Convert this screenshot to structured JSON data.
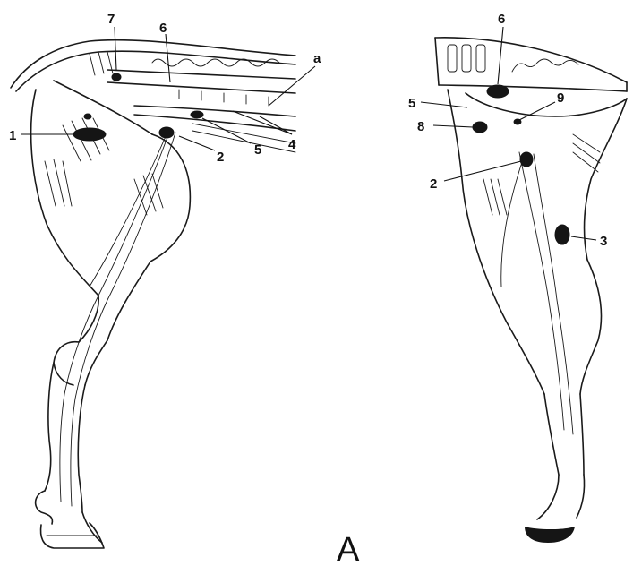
{
  "figure": {
    "caption": "A",
    "lateral_view": {
      "labels": [
        "7",
        "6",
        "a",
        "1",
        "2",
        "5",
        "4"
      ]
    },
    "medial_view": {
      "labels": [
        "6",
        "5",
        "9",
        "8",
        "2",
        "3"
      ]
    }
  }
}
